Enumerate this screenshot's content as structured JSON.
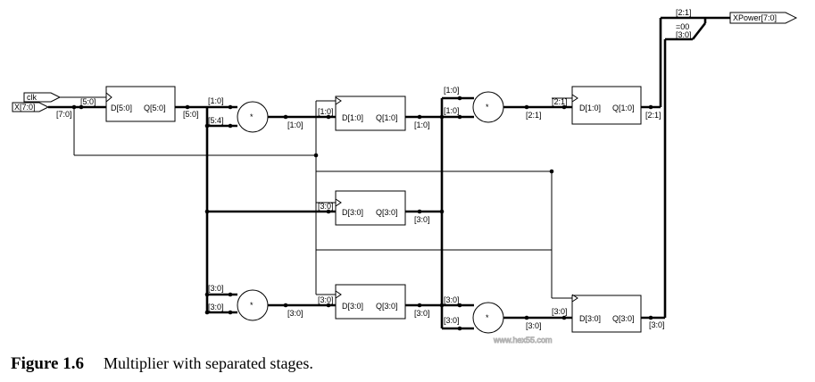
{
  "ports": {
    "clk": "clk",
    "x_in": "X[7:0]",
    "x_out": "XPower[7:0]"
  },
  "registers": {
    "reg1": {
      "d": "D[5:0]",
      "q": "Q[5:0]"
    },
    "reg2": {
      "d": "D[1:0]",
      "q": "Q[1:0]"
    },
    "reg3": {
      "d": "D[3:0]",
      "q": "Q[3:0]"
    },
    "reg4": {
      "d": "D[3:0]",
      "q": "Q[3:0]"
    },
    "reg5": {
      "d": "D[1:0]",
      "q": "Q[1:0]"
    },
    "reg6": {
      "d": "D[3:0]",
      "q": "Q[3:0]"
    }
  },
  "multiplier_symbol": "*",
  "bus_labels": {
    "in_5_0": "[5:0]",
    "in_7_0": "[7:0]",
    "r1_out": "[5:0]",
    "m1_a": "[1:0]",
    "m1_b": "[5:4]",
    "m1_out": "[1:0]",
    "m3_a": "[3:0]",
    "m3_b": "[3:0]",
    "m3_out": "[3:0]",
    "r2_in": "[1:0]",
    "r2_out": "[1:0]",
    "r3_in": "[3:0]",
    "r3_out": "[3:0]",
    "r4_in": "[3:0]",
    "r4_out": "[3:0]",
    "m2_a": "[1:0]",
    "m2_b": "[1:0]",
    "m2_out": "[2:1]",
    "m4_a": "[3:0]",
    "m4_b": "[3:0]",
    "m4_out": "[3:0]",
    "r5_in": "[2:1]",
    "r5_out": "[2:1]",
    "r6_in": "[3:0]",
    "r6_out": "[3:0]",
    "cat_top": "[2:1]",
    "cat_eq": "=00",
    "cat_bot": "[3:0]"
  },
  "caption": {
    "number": "Figure 1.6",
    "text": "Multiplier with separated stages."
  },
  "watermark": "www.hex55.com"
}
